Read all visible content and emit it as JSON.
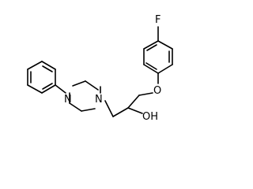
{
  "molecule": {
    "atoms": {
      "fluorine": "F",
      "ether_oxygen": "O",
      "hydroxyl": "OH",
      "piperazine_n4": "N",
      "piperazine_n1": "N"
    },
    "colors": {
      "bond": "#000000",
      "label": "#000000",
      "background": "#ffffff"
    }
  }
}
